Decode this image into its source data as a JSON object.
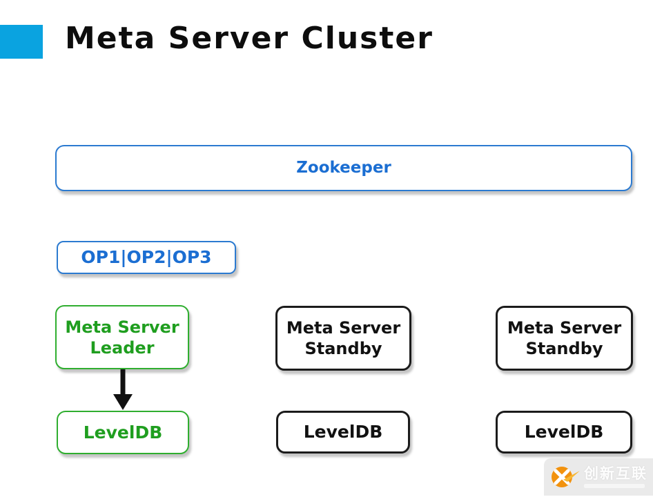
{
  "title": "Meta Server Cluster",
  "colors": {
    "accent_blue": "#0aa3e0",
    "blue_border": "#2b7ad0",
    "blue_text": "#1b6ed2",
    "green_border": "#2fae2f",
    "green_text": "#1f9e1f",
    "dark_border": "#1b1b1b",
    "watermark_logo_orange": "#f2920e",
    "watermark_swoosh_yellow": "#f7b733"
  },
  "nodes": {
    "zookeeper": {
      "label": "Zookeeper",
      "variant": "blue"
    },
    "ops": {
      "label": "OP1|OP2|OP3",
      "variant": "blue"
    },
    "leader": {
      "label": "Meta Server\nLeader",
      "variant": "green"
    },
    "standby1": {
      "label": "Meta Server\nStandby",
      "variant": "dark"
    },
    "standby2": {
      "label": "Meta Server\nStandby",
      "variant": "dark"
    },
    "leveldb_leader": {
      "label": "LevelDB",
      "variant": "green"
    },
    "leveldb_standby1": {
      "label": "LevelDB",
      "variant": "dark"
    },
    "leveldb_standby2": {
      "label": "LevelDB",
      "variant": "dark"
    }
  },
  "edges": [
    {
      "from": "leader",
      "to": "leveldb_leader",
      "type": "arrow-down",
      "color": "#111111"
    }
  ],
  "watermark": {
    "text": "创新互联",
    "logo": "cx-bird-x-icon"
  }
}
